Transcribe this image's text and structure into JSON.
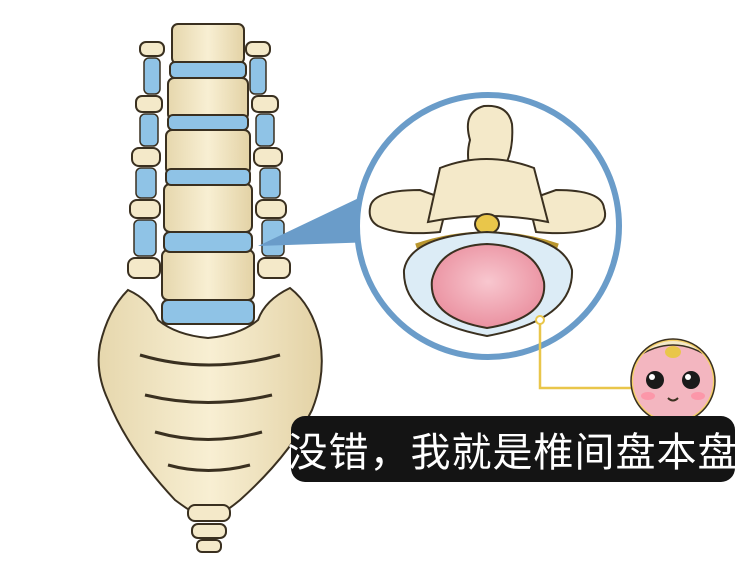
{
  "caption": {
    "text": "没错，我就是椎间盘本盘"
  },
  "colors": {
    "bone": "#f4e9c9",
    "bone_outline": "#3a3020",
    "disc_blue": "#8fc3e6",
    "disc_pink": "#f3b6c0",
    "zoom_ring": "#6a9cc9",
    "leader_line": "#e9c64a",
    "caption_bg": "#141414",
    "caption_text": "#ffffff"
  },
  "icons": [
    "spine-illustration",
    "vertebra-crosssection",
    "disc-mascot-face"
  ]
}
